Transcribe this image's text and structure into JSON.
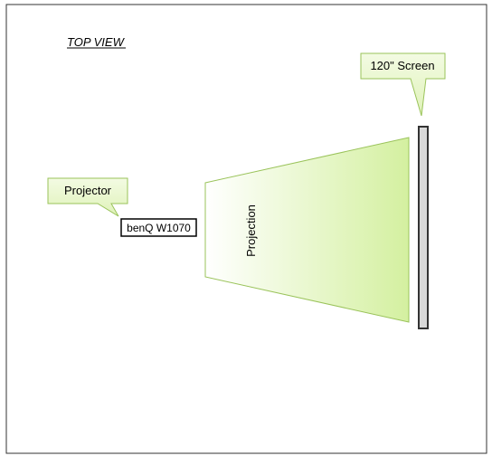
{
  "diagram": {
    "title": "TOP VIEW",
    "screen_callout_label": "120\" Screen",
    "projector_callout_label": "Projector",
    "projector_model": "benQ W1070",
    "projection_label": "Projection"
  },
  "colors": {
    "frame_border": "#333333",
    "callout_fill": "#e6f5c6",
    "callout_stroke": "#9ac35a",
    "projection_gradient_start": "#ffffff",
    "projection_gradient_end": "#d4f0a0",
    "projection_stroke": "#9ac35a",
    "screen_fill": "#d9d9d9",
    "screen_stroke": "#333333",
    "model_box_stroke": "#000000",
    "text": "#000000"
  }
}
